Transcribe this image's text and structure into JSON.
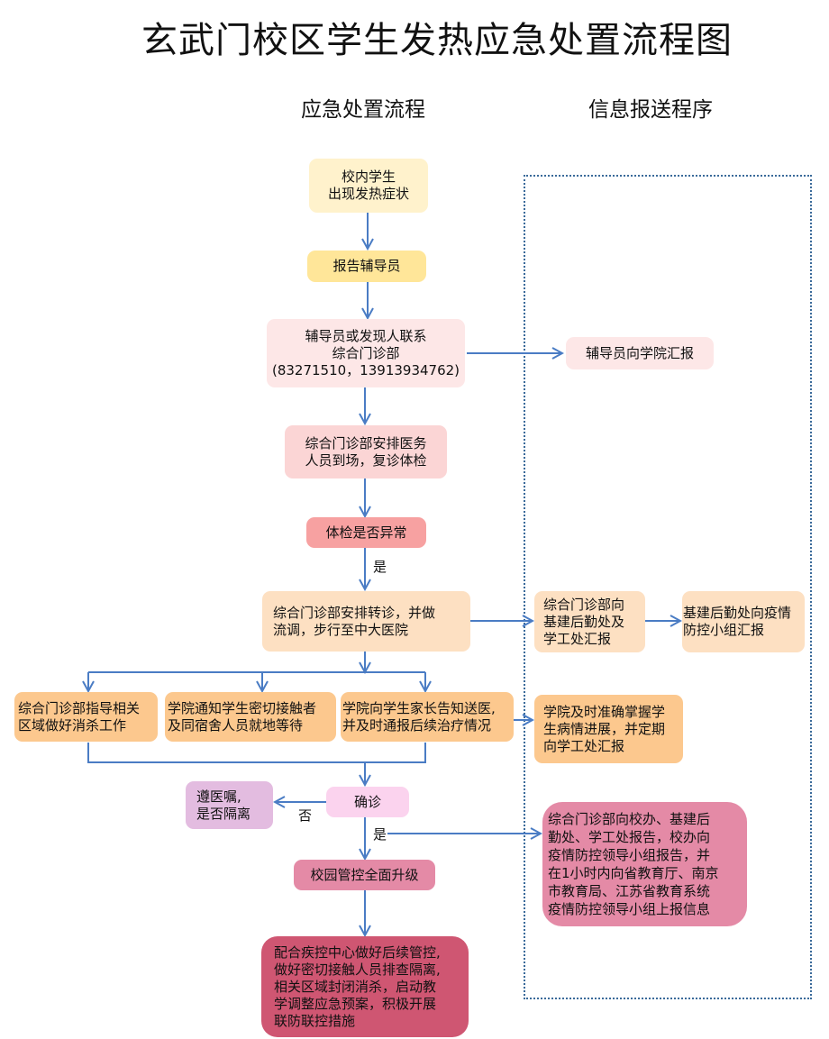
{
  "title": "玄武门校区学生发热应急处置流程图",
  "columns": {
    "left": "应急处置流程",
    "right": "信息报送程序"
  },
  "colors": {
    "arrow": "#4a7cc4",
    "dashed_border": "#3a6a9a"
  },
  "flow": {
    "symptom": "校内学生\n出现发热症状",
    "report_counselor": "报告辅导员",
    "contact_clinic": "辅导员或发现人联系\n综合门诊部\n(83271510，13913934762)",
    "clinic_recheck": "综合门诊部安排医务\n人员到场，复诊体检",
    "abnormal_check": "体检是否异常",
    "yes_label_1": "是",
    "transfer": "综合门诊部安排转诊，并做\n流调，步行至中大医院",
    "branch_disinfect": "综合门诊部指导相关\n区域做好消杀工作",
    "branch_contacts": "学院通知学生密切接触者\n及同宿舍人员就地等待",
    "branch_parents": "学院向学生家长告知送医,\n并及时通报后续治疗情况",
    "confirm": "确诊",
    "no_label": "否",
    "yes_label_2": "是",
    "not_confirmed": "遵医嘱,\n是否隔离",
    "upgrade": "校园管控全面升级",
    "final_measures": "配合疾控中心做好后续管控,\n做好密切接触人员排查隔离,\n相关区域封闭消杀，启动教\n学调整应急预案，积极开展\n联防联控措施"
  },
  "report": {
    "counselor_to_college": "辅导员向学院汇报",
    "clinic_to_logistics": "综合门诊部向\n基建后勤处及\n学工处汇报",
    "logistics_to_group": "基建后勤处向疫情\n防控小组汇报",
    "college_tracking": "学院及时准确掌握学\n生病情进展，并定期\n向学工处汇报",
    "confirmed_report": "综合门诊部向校办、基建后\n勤处、学工处报告，校办向\n疫情防控领导小组报告，并\n在1小时内向省教育厅、南京\n市教育局、江苏省教育系统\n疫情防控领导小组上报信息"
  }
}
